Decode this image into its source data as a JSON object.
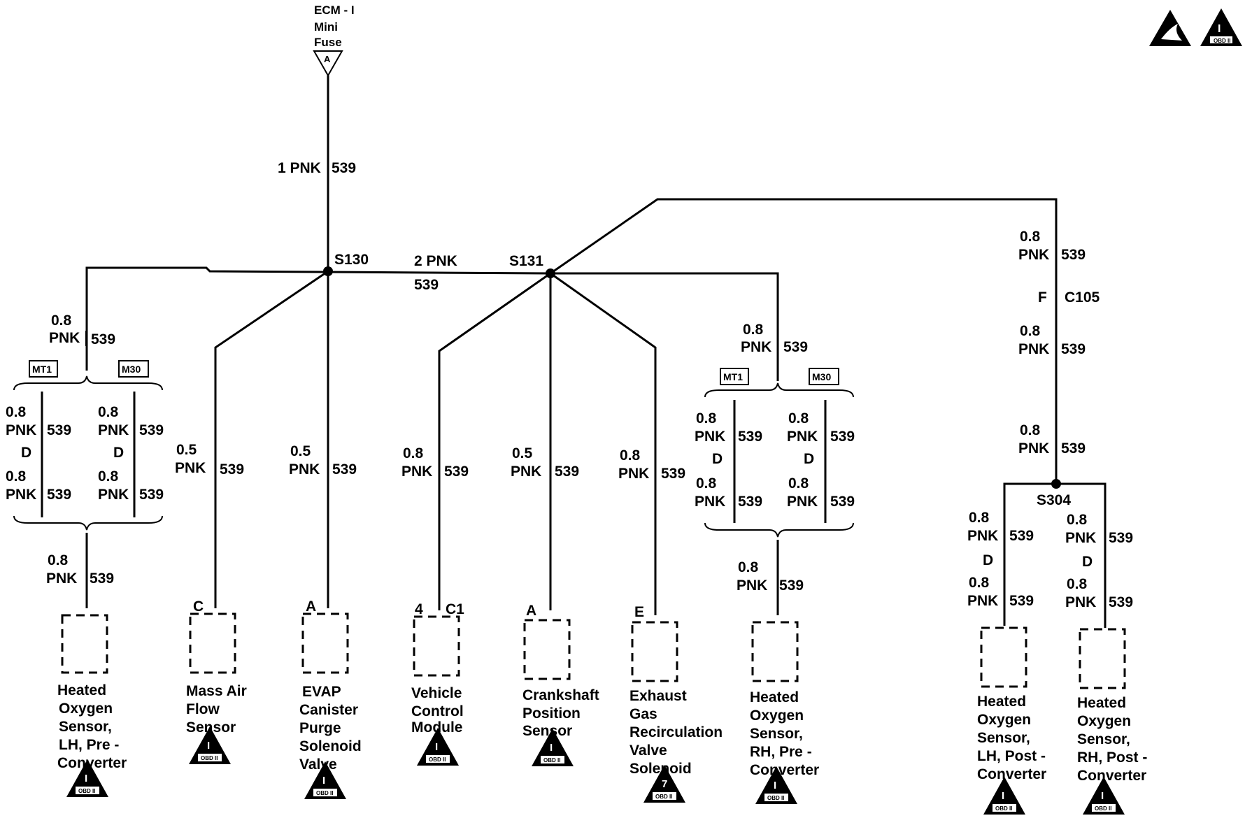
{
  "fuse": {
    "line1": "ECM - I",
    "line2": "Mini",
    "line3": "Fuse",
    "letter": "A"
  },
  "splices": {
    "s130": "S130",
    "s131": "S131",
    "s304": "S304"
  },
  "main_wire": {
    "label": "1 PNK",
    "circuit": "539"
  },
  "bridge_wire": {
    "label": "2 PNK",
    "circuit": "539"
  },
  "wire": {
    "gauge_05": "0.5",
    "gauge_08": "0.8",
    "color": "PNK",
    "circuit": "539"
  },
  "connectors": {
    "c105": {
      "pin": "F",
      "name": "C105"
    },
    "inline_pin": "D",
    "options": {
      "mt1": "MT1",
      "m30": "M30"
    }
  },
  "components": [
    {
      "pin": "",
      "lines": [
        "Heated",
        "Oxygen",
        "Sensor,",
        "LH, Pre -",
        "Converter"
      ]
    },
    {
      "pin": "C",
      "lines": [
        "Mass Air",
        "Flow",
        "Sensor"
      ]
    },
    {
      "pin": "A",
      "lines": [
        "EVAP",
        "Canister",
        "Purge",
        "Solenoid",
        "Valve"
      ]
    },
    {
      "pin": "4",
      "pin2": "C1",
      "lines": [
        "Vehicle",
        "Control",
        "Module"
      ]
    },
    {
      "pin": "A",
      "lines": [
        "Crankshaft",
        "Position",
        "Sensor"
      ]
    },
    {
      "pin": "E",
      "lines": [
        "Exhaust",
        "Gas",
        "Recirculation",
        "Valve",
        "Solenoid"
      ]
    },
    {
      "pin": "",
      "lines": [
        "Heated",
        "Oxygen",
        "Sensor,",
        "RH, Pre -",
        "Converter"
      ]
    },
    {
      "pin": "",
      "lines": [
        "Heated",
        "Oxygen",
        "Sensor,",
        "LH, Post -",
        "Converter"
      ]
    },
    {
      "pin": "",
      "lines": [
        "Heated",
        "Oxygen",
        "Sensor,",
        "RH, Post -",
        "Converter"
      ]
    }
  ],
  "badges": {
    "obd": "OBD II",
    "num_i": "I",
    "num_7": "7"
  },
  "icons": {
    "esd": "esd-sensitive-icon",
    "obd": "obd-ii-warning-icon"
  }
}
